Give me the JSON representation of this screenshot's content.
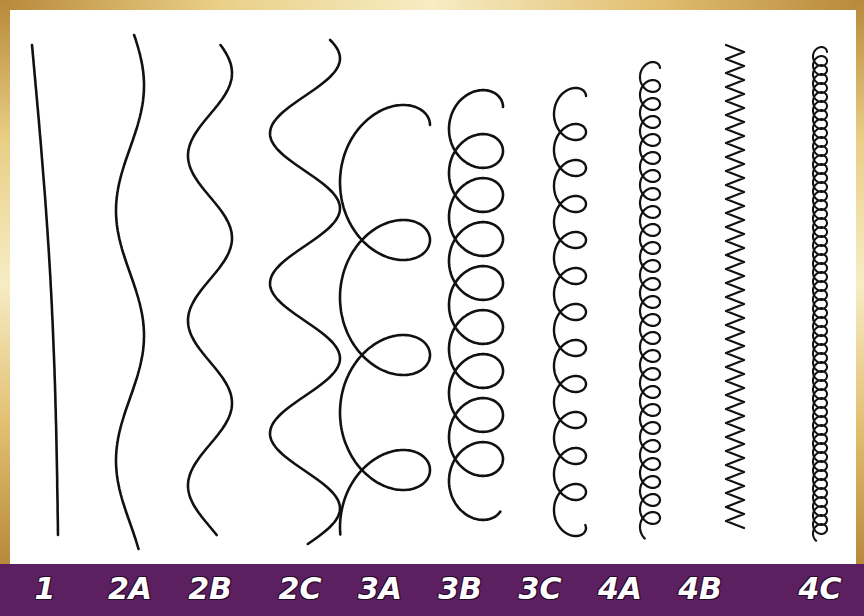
{
  "diagram": {
    "labels": [
      "1",
      "2A",
      "2B",
      "2C",
      "3A",
      "3B",
      "3C",
      "4A",
      "4B",
      "4C"
    ]
  }
}
